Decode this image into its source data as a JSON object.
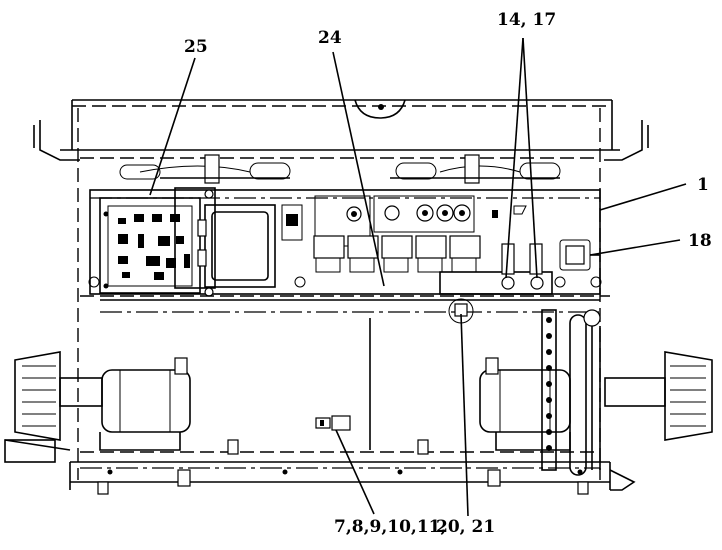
{
  "figure": {
    "callouts": [
      {
        "id": "c25",
        "text": "25"
      },
      {
        "id": "c24",
        "text": "24"
      },
      {
        "id": "c1417",
        "text": "14, 17"
      },
      {
        "id": "c1",
        "text": "1"
      },
      {
        "id": "c18",
        "text": "18"
      },
      {
        "id": "c7to11",
        "text": "7,8,9,10,11,"
      },
      {
        "id": "c2021",
        "text": "20, 21"
      }
    ]
  }
}
